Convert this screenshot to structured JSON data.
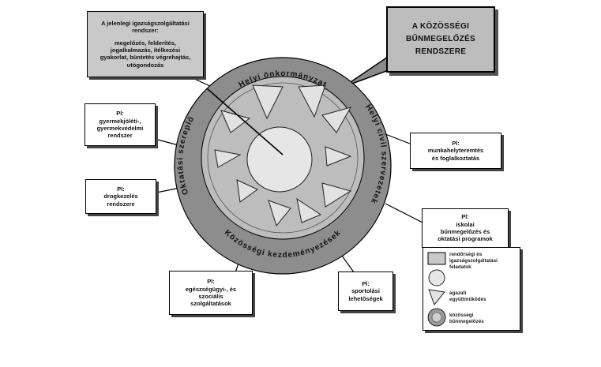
{
  "title": {
    "lines": [
      "A KÖZÖSSÉGI",
      "BŰNMEGELŐZÉS",
      "RENDSZERE"
    ]
  },
  "ring_labels": {
    "top": "Helyi önkormányzat",
    "right": "Helyi civil szervezetek",
    "bottom": "Közösségi kezdeményezések",
    "left": "Oktatási szereplő"
  },
  "boxes": {
    "justice": {
      "lines": [
        "A jelenlegi igazságszolgáltatási",
        "rendszer:",
        "",
        "megelőzés, felderítés,",
        "jogalkalmazás, ítélkezési",
        "gyakorlat, büntetés végrehajtás,",
        "utógondozás"
      ]
    },
    "child": {
      "lines": [
        "Pl:",
        "gyermekjóléti-,",
        "gyermekvédelmi",
        "rendszer"
      ]
    },
    "drug": {
      "lines": [
        "Pl:",
        "drogkezelés",
        "rendszere"
      ]
    },
    "health": {
      "lines": [
        "Pl:",
        "egészségügyi-, és",
        "szociális",
        "szolgáltatások"
      ]
    },
    "sport": {
      "lines": [
        "Pl:",
        "sportolási",
        "lehetőségek"
      ]
    },
    "work": {
      "lines": [
        "Pl:",
        "munkahelyteremtés",
        "és foglalkoztatás"
      ]
    },
    "school": {
      "lines": [
        "Pl:",
        "iskolai",
        "bűnmegelőzés és",
        "oktatási programok"
      ]
    }
  },
  "legend": {
    "items": [
      {
        "icon": "gray-rectangle",
        "lines": [
          "rendőrségi és",
          "igazságszolgáltatási",
          "feladatok"
        ]
      },
      {
        "icon": "circle",
        "lines": []
      },
      {
        "icon": "triangle",
        "lines": [
          "ágazati",
          "együttműködés"
        ]
      },
      {
        "icon": "ring",
        "lines": [
          "közösségi",
          "bűnmegelőzés"
        ]
      }
    ]
  }
}
